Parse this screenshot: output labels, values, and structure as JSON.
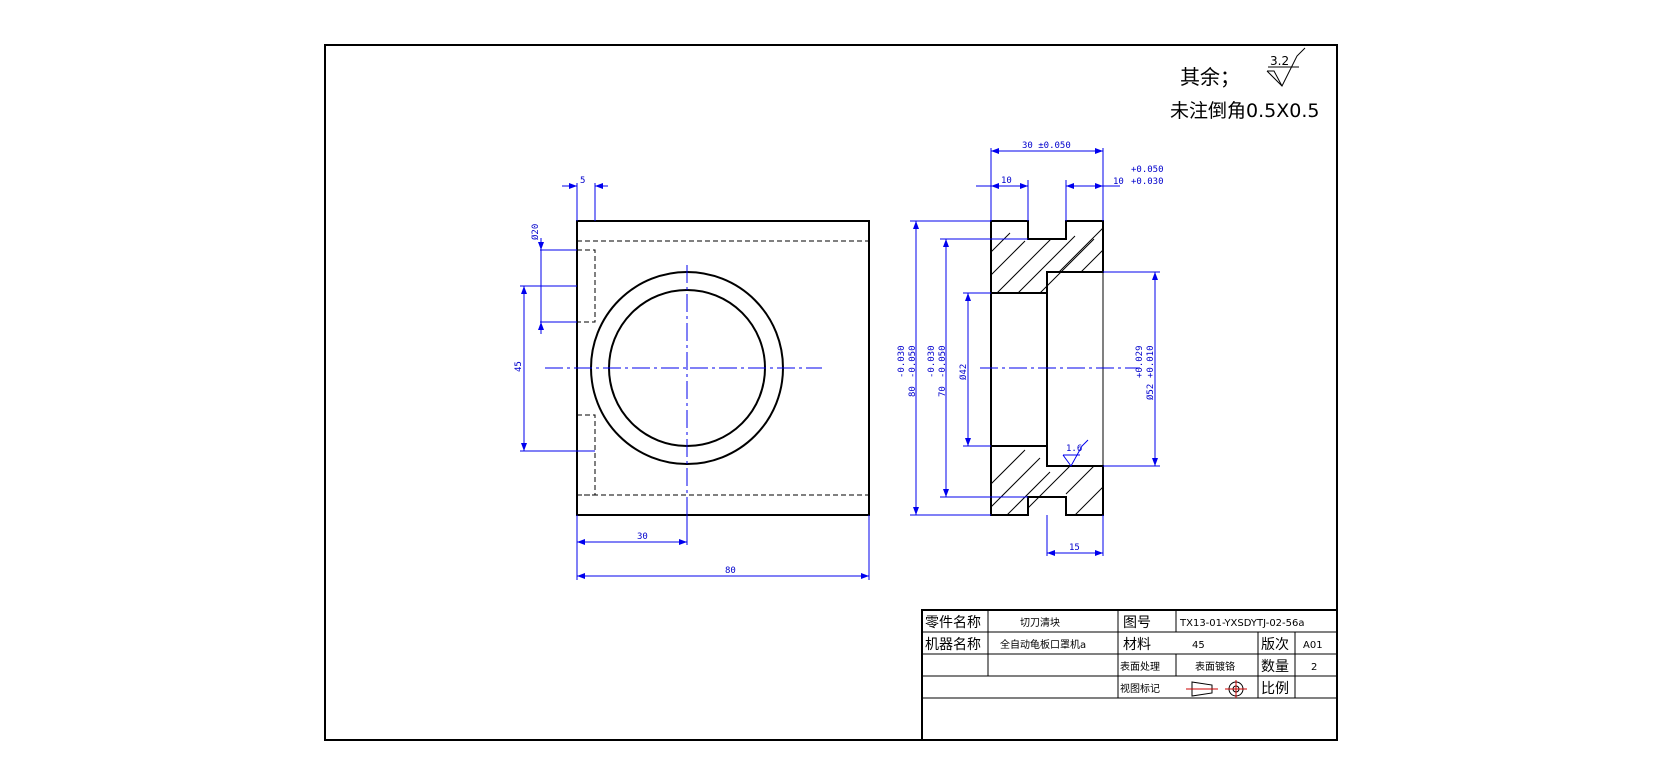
{
  "notes": {
    "remaining_roughness_label": "其余；",
    "remaining_roughness_value": "3.2",
    "chamfer_note": "未注倒角0.5X0.5"
  },
  "front_view": {
    "dims": {
      "slot_width": "5",
      "hole_dia": "Ø20",
      "hole_spacing": "45",
      "center_offset": "30",
      "overall_width": "80"
    }
  },
  "section_view": {
    "dims": {
      "total_length": "30 ±0.050",
      "left_land": "10",
      "right_land": "10",
      "right_land_tol_upper": "+0.050",
      "right_land_tol_lower": "+0.030",
      "height_80": "80",
      "height_80_tol_upper": "-0.030",
      "height_80_tol_lower": "-0.050",
      "height_70": "70",
      "height_70_tol_upper": "-0.030",
      "height_70_tol_lower": "-0.050",
      "bore_42": "Ø42",
      "bore_52": "Ø52",
      "bore_52_tol_upper": "+0.029",
      "bore_52_tol_lower": "+0.010",
      "roughness": "1.6",
      "counterbore_depth": "15"
    }
  },
  "title_block": {
    "part_name_label": "零件名称",
    "part_name": "切刀清块",
    "drawing_no_label": "图号",
    "drawing_no": "TX13-01-YXSDYTJ-02-56a",
    "machine_name_label": "机器名称",
    "machine_name": "全自动龟板口罩机a",
    "material_label": "材料",
    "material": "45",
    "revision_label": "版次",
    "revision": "A01",
    "surface_treatment_label": "表面处理",
    "surface_treatment": "表面镀铬",
    "quantity_label": "数量",
    "quantity": "2",
    "view_mark_label": "视图标记",
    "scale_label": "比例",
    "scale": ""
  }
}
